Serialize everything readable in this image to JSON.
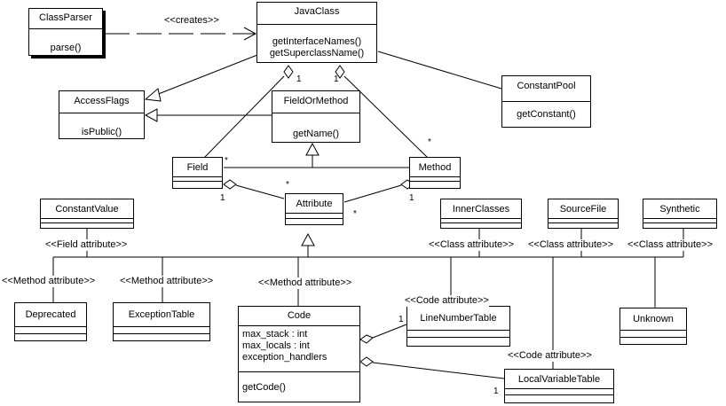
{
  "classes": {
    "classparser": {
      "name": "ClassParser",
      "ops": [
        "parse()"
      ]
    },
    "javaclass": {
      "name": "JavaClass",
      "ops": [
        "getInterfaceNames()",
        "getSuperclassName()"
      ]
    },
    "accessflags": {
      "name": "AccessFlags",
      "ops": [
        "isPublic()"
      ]
    },
    "fieldormethod": {
      "name": "FieldOrMethod",
      "ops": [
        "getName()"
      ]
    },
    "constantpool": {
      "name": "ConstantPool",
      "ops": [
        "getConstant()"
      ]
    },
    "field": {
      "name": "Field"
    },
    "method": {
      "name": "Method"
    },
    "attribute": {
      "name": "Attribute"
    },
    "constantvalue": {
      "name": "ConstantValue"
    },
    "innerclasses": {
      "name": "InnerClasses"
    },
    "sourcefile": {
      "name": "SourceFile"
    },
    "synthetic": {
      "name": "Synthetic"
    },
    "deprecated": {
      "name": "Deprecated"
    },
    "exceptiontable": {
      "name": "ExceptionTable"
    },
    "code": {
      "name": "Code",
      "attrs": [
        "max_stack : int",
        "max_locals : int",
        "exception_handlers"
      ],
      "ops": [
        "getCode()"
      ]
    },
    "linenumbertable": {
      "name": "LineNumberTable"
    },
    "localvariabletable": {
      "name": "LocalVariableTable"
    },
    "unknown": {
      "name": "Unknown"
    }
  },
  "labels": {
    "creates": "<<creates>>",
    "field_attribute": "<<Field attribute>>",
    "method_attribute_1": "<<Method attribute>>",
    "method_attribute_2": "<<Method attribute>>",
    "method_attribute_3": "<<Method attribute>>",
    "class_attribute_1": "<<Class attribute>>",
    "class_attribute_2": "<<Class attribute>>",
    "class_attribute_3": "<<Class attribute>>",
    "code_attribute_1": "<<Code attribute>>",
    "code_attribute_2": "<<Code attribute>>"
  },
  "multiplicities": {
    "javaclass_field": "1",
    "javaclass_method": "1",
    "field_star": "*",
    "method_star": "*",
    "field_attr_1": "1",
    "attr_star_top": "*",
    "attr_star_right": "*",
    "method_attr_1": "1",
    "code_lnt_1": "1",
    "code_lvt_1": "1"
  }
}
